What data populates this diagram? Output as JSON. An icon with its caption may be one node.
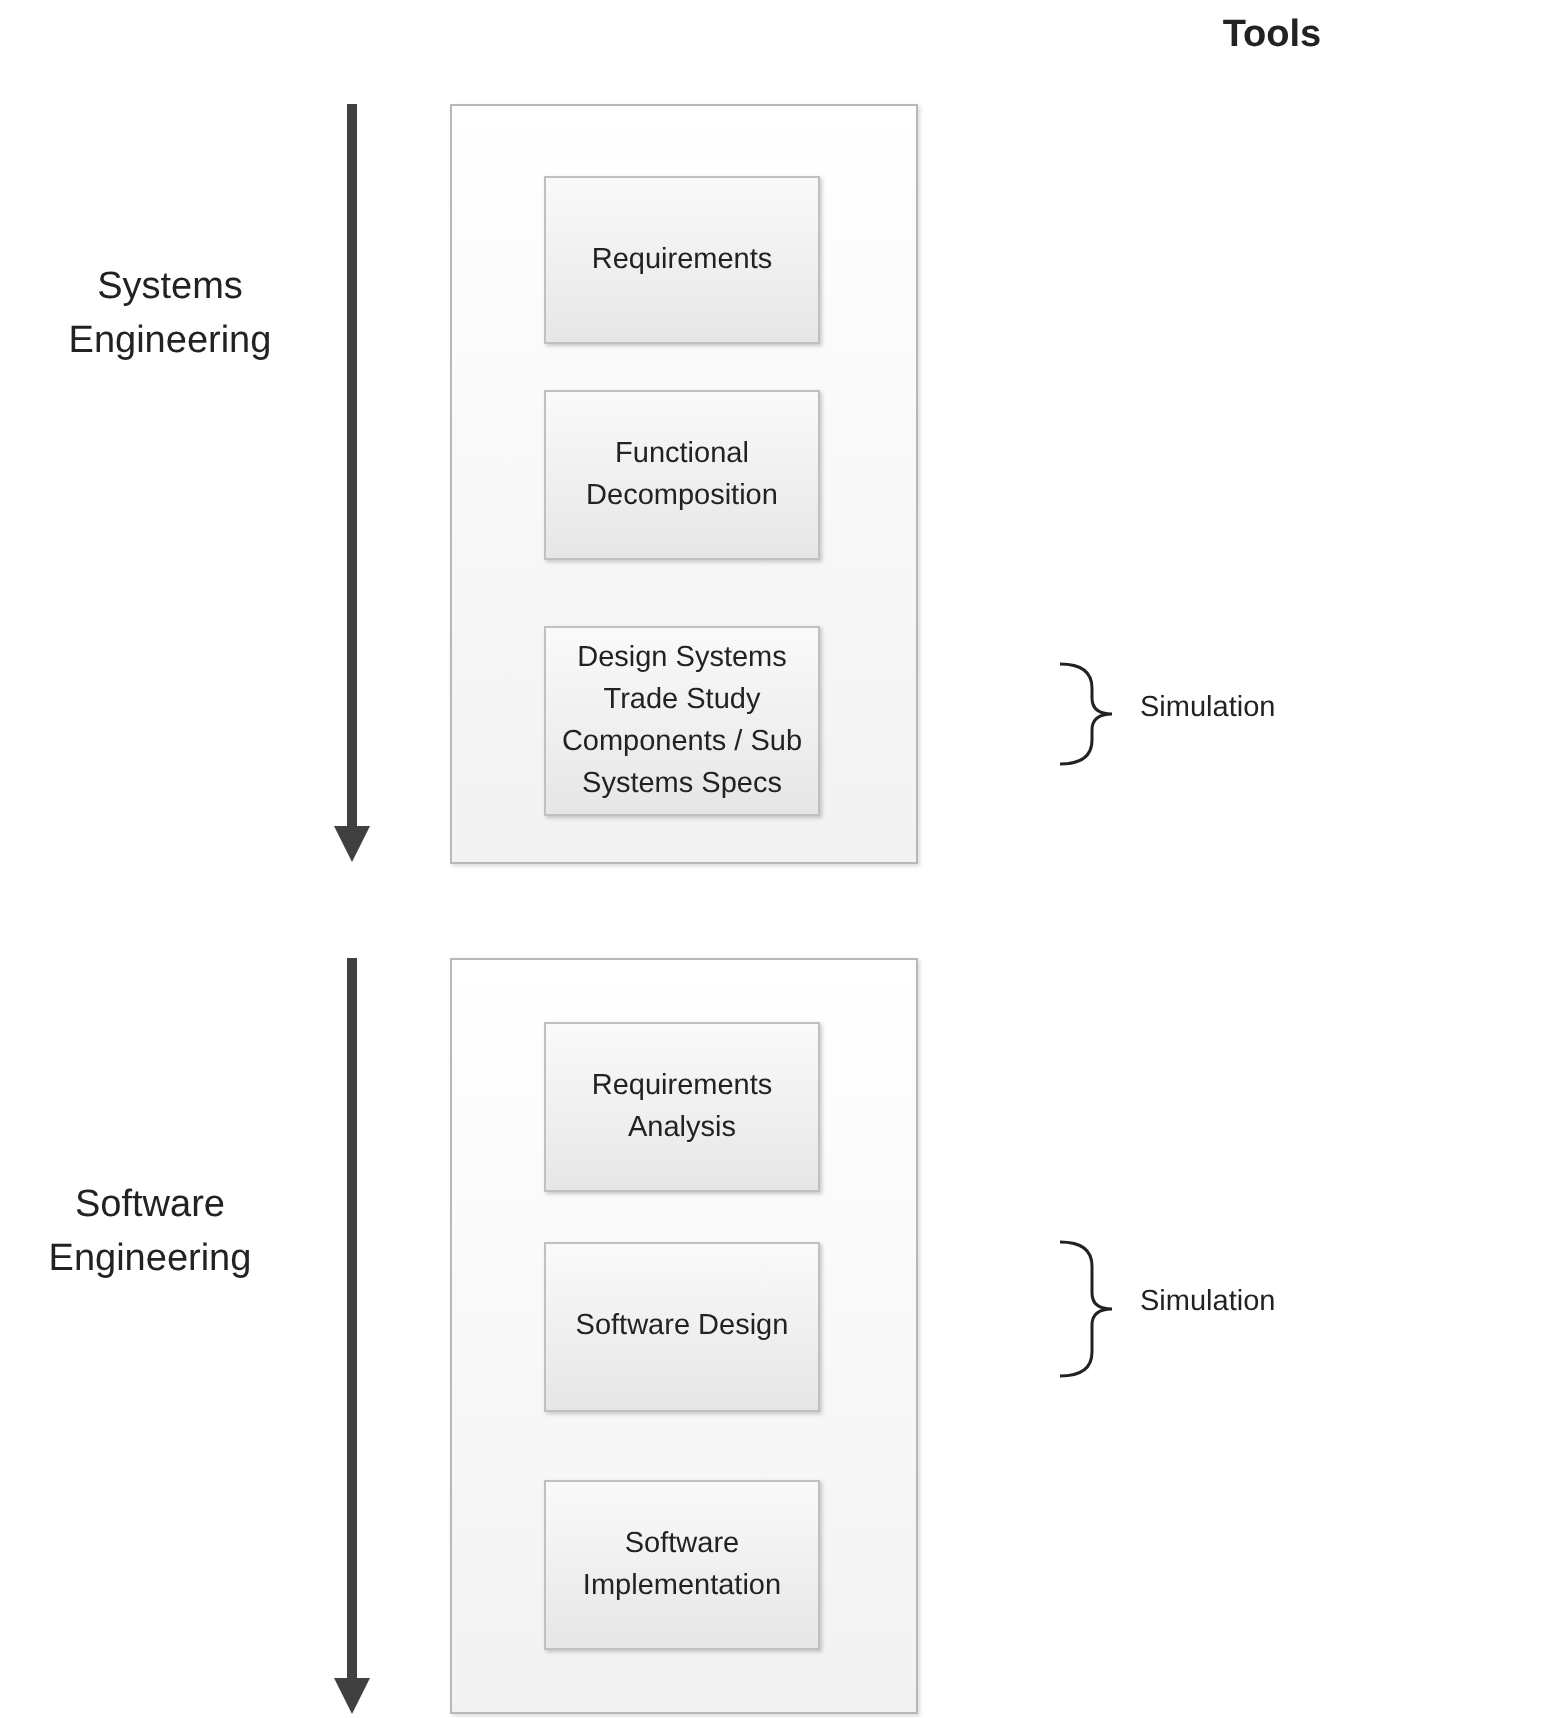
{
  "diagram": {
    "nodes": [
      {
        "text": [],
        "shape": "box"
      },
      {
        "text": [
          "Requirements"
        ],
        "in": 0
      },
      {
        "text": [
          "Functional Decomposition"
        ],
        "in": 0
      },
      {
        "text": [
          "Design Systems Trade Study Components / Sub Systems Specs"
        ],
        "in": 0
      },
      {
        "text": [],
        "shape": "box"
      },
      {
        "text": [
          "Requirements Analysis"
        ],
        "in": 4
      },
      {
        "text": [
          "Software Design"
        ],
        "in": 4
      },
      {
        "text": [
          "Software Implementation"
        ],
        "in": 4
      }
    ],
    "edges": [],
    "labels": [
      "Tools",
      "Systems Engineering",
      "Simulation",
      "Software Engineering",
      "Simulation"
    ]
  }
}
